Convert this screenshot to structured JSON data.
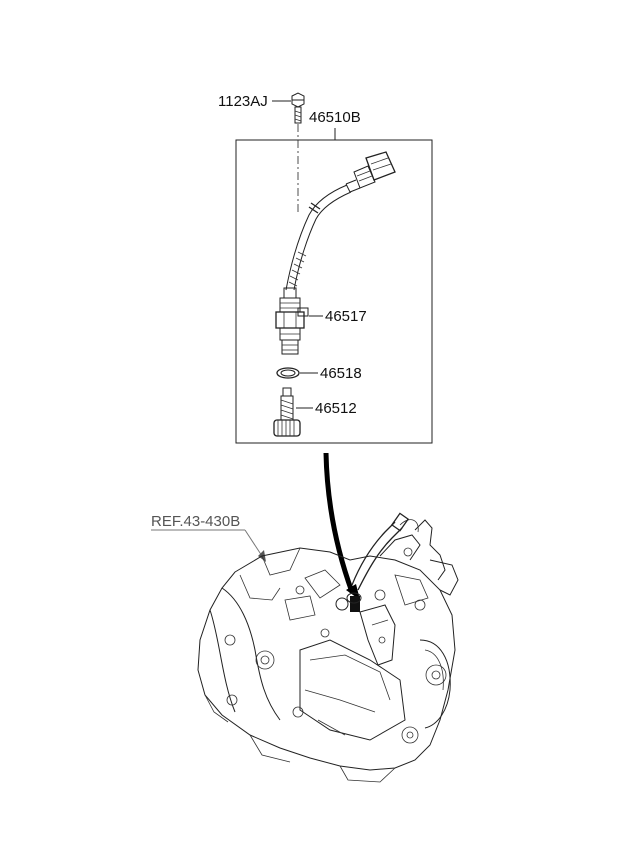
{
  "labels": {
    "bolt": "1123AJ",
    "assembly": "46510B",
    "sensor": "46517",
    "oring": "46518",
    "gear": "46512",
    "reference": "REF.43-430B"
  },
  "colors": {
    "line": "#222222",
    "reference_text": "#555555",
    "background": "#ffffff"
  }
}
